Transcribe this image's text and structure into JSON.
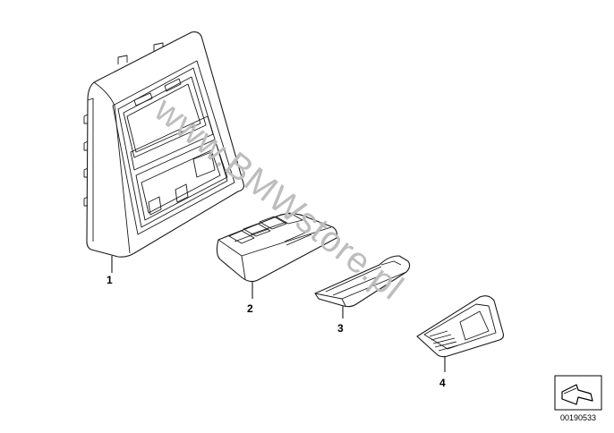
{
  "callouts": [
    {
      "id": "1",
      "label": "1"
    },
    {
      "id": "2",
      "label": "2"
    },
    {
      "id": "3",
      "label": "3"
    },
    {
      "id": "4",
      "label": "4"
    }
  ],
  "watermark": "www.BMWstore.pl",
  "diagram_number": "00190533",
  "icon": "navigation-arrow-icon"
}
